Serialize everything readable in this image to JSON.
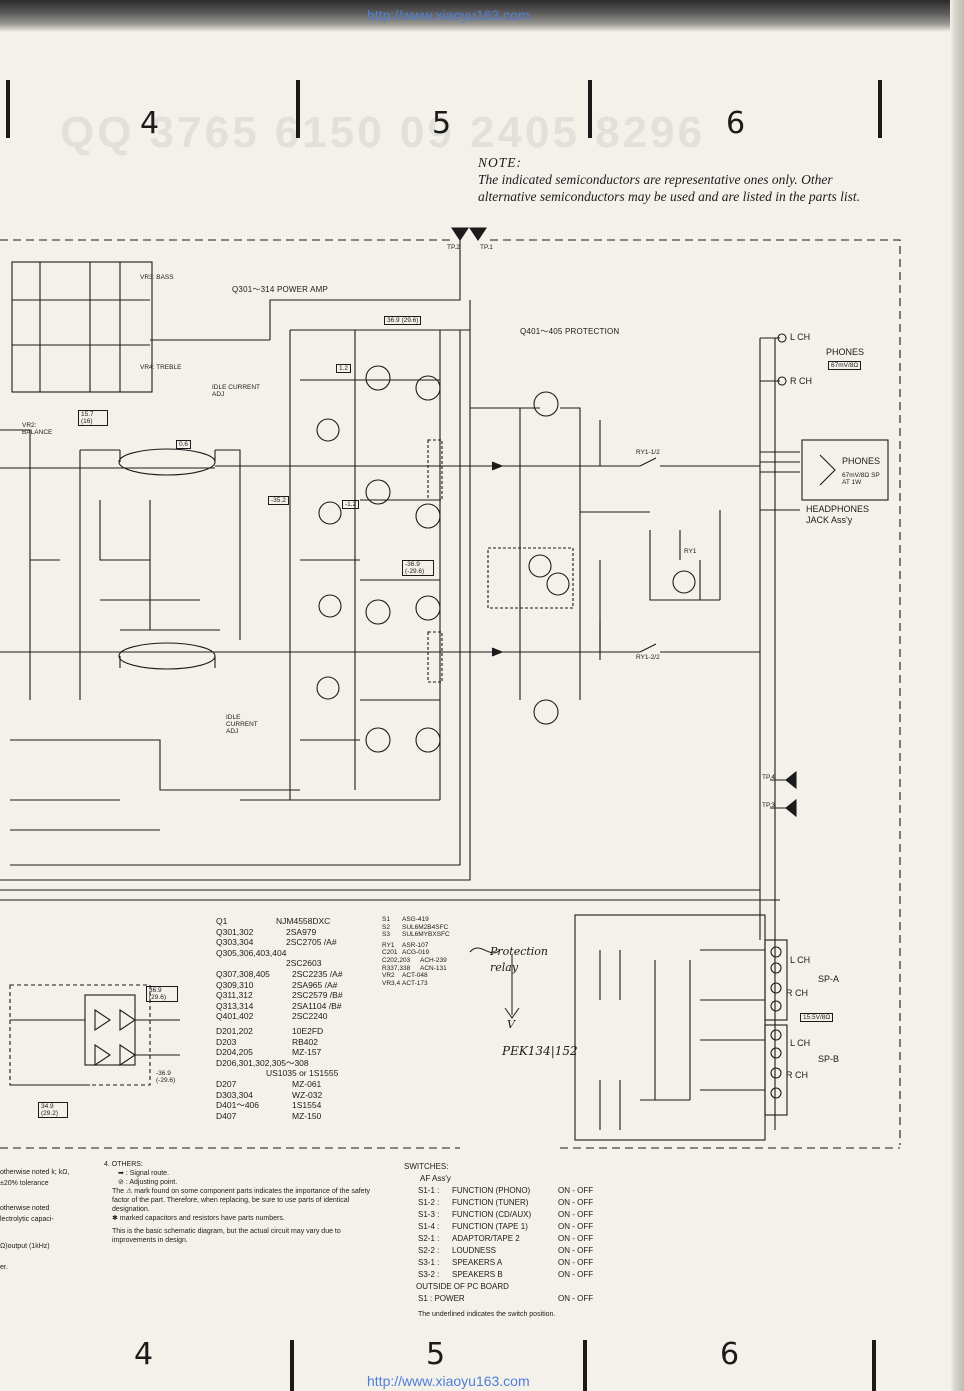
{
  "header": {
    "url_top": "http://www.xiaoyu163.com",
    "url_bottom": "http://www.xiaoyu163.com",
    "watermark_phone": "QQ 3765 6150  09 2405 8296"
  },
  "columns": {
    "left": "4",
    "middle": "5",
    "right": "6"
  },
  "note": {
    "title": "NOTE:",
    "body": "The indicated semiconductors are representative ones only. Other alternative semiconductors may be used and are listed in the parts list."
  },
  "test_points": [
    "TP.2",
    "TP.1",
    "TP.4",
    "TP.3"
  ],
  "blocks": {
    "power_amp": "Q301～314  POWER AMP",
    "protection": "Q401～405  PROTECTION",
    "vr3": "VR3: BASS",
    "vr4": "VR4: TREBLE",
    "vr2": "VR2: BALANCE",
    "idle_adj_1": "IDLE CURRENT ADJ",
    "idle_adj_2": "IDLE CURRENT ADJ",
    "phones": "PHONES",
    "phones_spec": "67mV/8Ω",
    "lch": "L CH",
    "rch": "R CH",
    "headphones_jack": "HEADPHONES JACK Ass'y",
    "phones_small": "PHONES",
    "phones_small_spec": "67mV/8Ω SP AT 1W",
    "sp_a": "SP-A",
    "sp_b": "SP-B",
    "sp_spec": "15.5V/8Ω",
    "relay_1": "RY1-1/2",
    "relay_2": "RY1-2/2",
    "ry1": "RY1"
  },
  "voltages": [
    "36.9 (29.6)",
    "15.7 (16)",
    "-36.9 (-29.6)",
    "-35.2",
    "-36.9 (-29.6)",
    "36.9 (29.6)",
    "34.9 (29.2)",
    "1.2",
    "0.6",
    "-1.2"
  ],
  "parts_list": [
    [
      "Q1",
      "NJM4558DXC"
    ],
    [
      "Q301,302",
      "2SA979"
    ],
    [
      "Q303,304",
      "2SC2705 /A#"
    ],
    [
      "Q305,306,403,404",
      "2SC2603"
    ],
    [
      "Q307,308,405",
      "2SC2235 /A#"
    ],
    [
      "Q309,310",
      "2SA965 /A#"
    ],
    [
      "Q311,312",
      "2SC2579 /B#"
    ],
    [
      "Q313,314",
      "2SA1104 /B#"
    ],
    [
      "Q401,402",
      "2SC2240"
    ],
    [
      "D201,202",
      "10E2FD"
    ],
    [
      "D203",
      "RB402"
    ],
    [
      "D204,205",
      "MZ-157"
    ],
    [
      "D206,301,302,305～308",
      "US1035 or 1S1555"
    ],
    [
      "D207",
      "MZ-061"
    ],
    [
      "D303,304",
      "WZ-032"
    ],
    [
      "D401～406",
      "1S1554"
    ],
    [
      "D407",
      "MZ-150"
    ]
  ],
  "parts_list_2": [
    [
      "S1",
      "ASG-419"
    ],
    [
      "S2",
      "SUL6M2B4SFC"
    ],
    [
      "S3",
      "SUL6MYBXSFC"
    ],
    [
      "RY1",
      "ASR-107"
    ],
    [
      "C201",
      "ACG-019"
    ],
    [
      "C202,203",
      "ACH-239"
    ],
    [
      "R337,338",
      "ACN-131"
    ],
    [
      "VR2",
      "ACT-048"
    ],
    [
      "VR3,4",
      "ACT-173"
    ]
  ],
  "handwritten": {
    "note": "Protection relay",
    "part": "PEK134|152",
    "arrow_letter": "V"
  },
  "others": {
    "title": "4. OTHERS:",
    "signal": ": Signal route.",
    "adjust": ": Adjusting point.",
    "safety": "The ⚠ mark found on some component parts indicates the importance of the safety factor of the part. Therefore, when replacing, be sure to use parts of identical designation.",
    "marked": "✱ marked capacitors and resistors have parts numbers.",
    "basic": "This is the basic schematic diagram, but the actual circuit may vary due to improvements in design."
  },
  "left_fragments": [
    "otherwise noted k; kΩ,",
    "±20% tolerance",
    "otherwise noted",
    "lectrolytic capaci-",
    "Ω)output (1kHz)",
    "er."
  ],
  "switches": {
    "title": "SWITCHES:",
    "subtitle": "AF Ass'y",
    "rows": [
      [
        "S1-1 :",
        "FUNCTION (PHONO)",
        "ON - OFF"
      ],
      [
        "S1-2 :",
        "FUNCTION (TUNER)",
        "ON - OFF"
      ],
      [
        "S1-3 :",
        "FUNCTION (CD/AUX)",
        "ON - OFF"
      ],
      [
        "S1-4 :",
        "FUNCTION (TAPE 1)",
        "ON - OFF"
      ],
      [
        "S2-1 :",
        "ADAPTOR/TAPE 2",
        "ON - OFF"
      ],
      [
        "S2-2 :",
        "LOUDNESS",
        "ON - OFF"
      ],
      [
        "S3-1 :",
        "SPEAKERS  A",
        "ON - OFF"
      ],
      [
        "S3-2 :",
        "SPEAKERS  B",
        "ON - OFF"
      ]
    ],
    "outside": "OUTSIDE  OF  PC BOARD",
    "s1_label": "S1   :   POWER",
    "s1_state": "ON - OFF",
    "footer": "The underlined indicates the switch position."
  },
  "colors": {
    "ink": "#1b1b1b",
    "paper": "#f3f1ea",
    "url": "#4f7fd9"
  }
}
